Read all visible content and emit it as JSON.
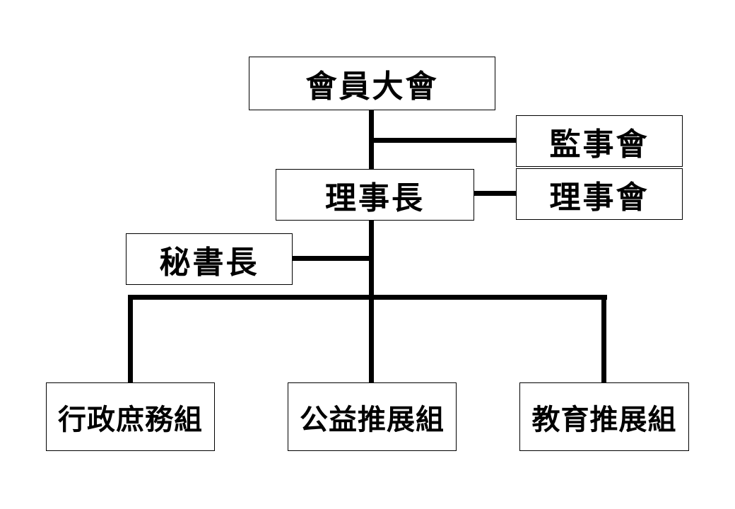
{
  "diagram": {
    "nodes": {
      "general_assembly": "會員大會",
      "supervisors_board": "監事會",
      "chairman": "理事長",
      "board_of_directors": "理事會",
      "secretary_general": "秘書長",
      "admin_affairs_group": "行政庶務組",
      "public_welfare_group": "公益推展組",
      "education_group": "教育推展組"
    },
    "connections": [
      [
        "general_assembly",
        "chairman"
      ],
      [
        "supervisors_board",
        "general_assembly-chairman line"
      ],
      [
        "board_of_directors",
        "chairman"
      ],
      [
        "secretary_general",
        "chairman-groups line"
      ],
      [
        "chairman",
        "admin_affairs_group"
      ],
      [
        "chairman",
        "public_welfare_group"
      ],
      [
        "chairman",
        "education_group"
      ]
    ]
  }
}
